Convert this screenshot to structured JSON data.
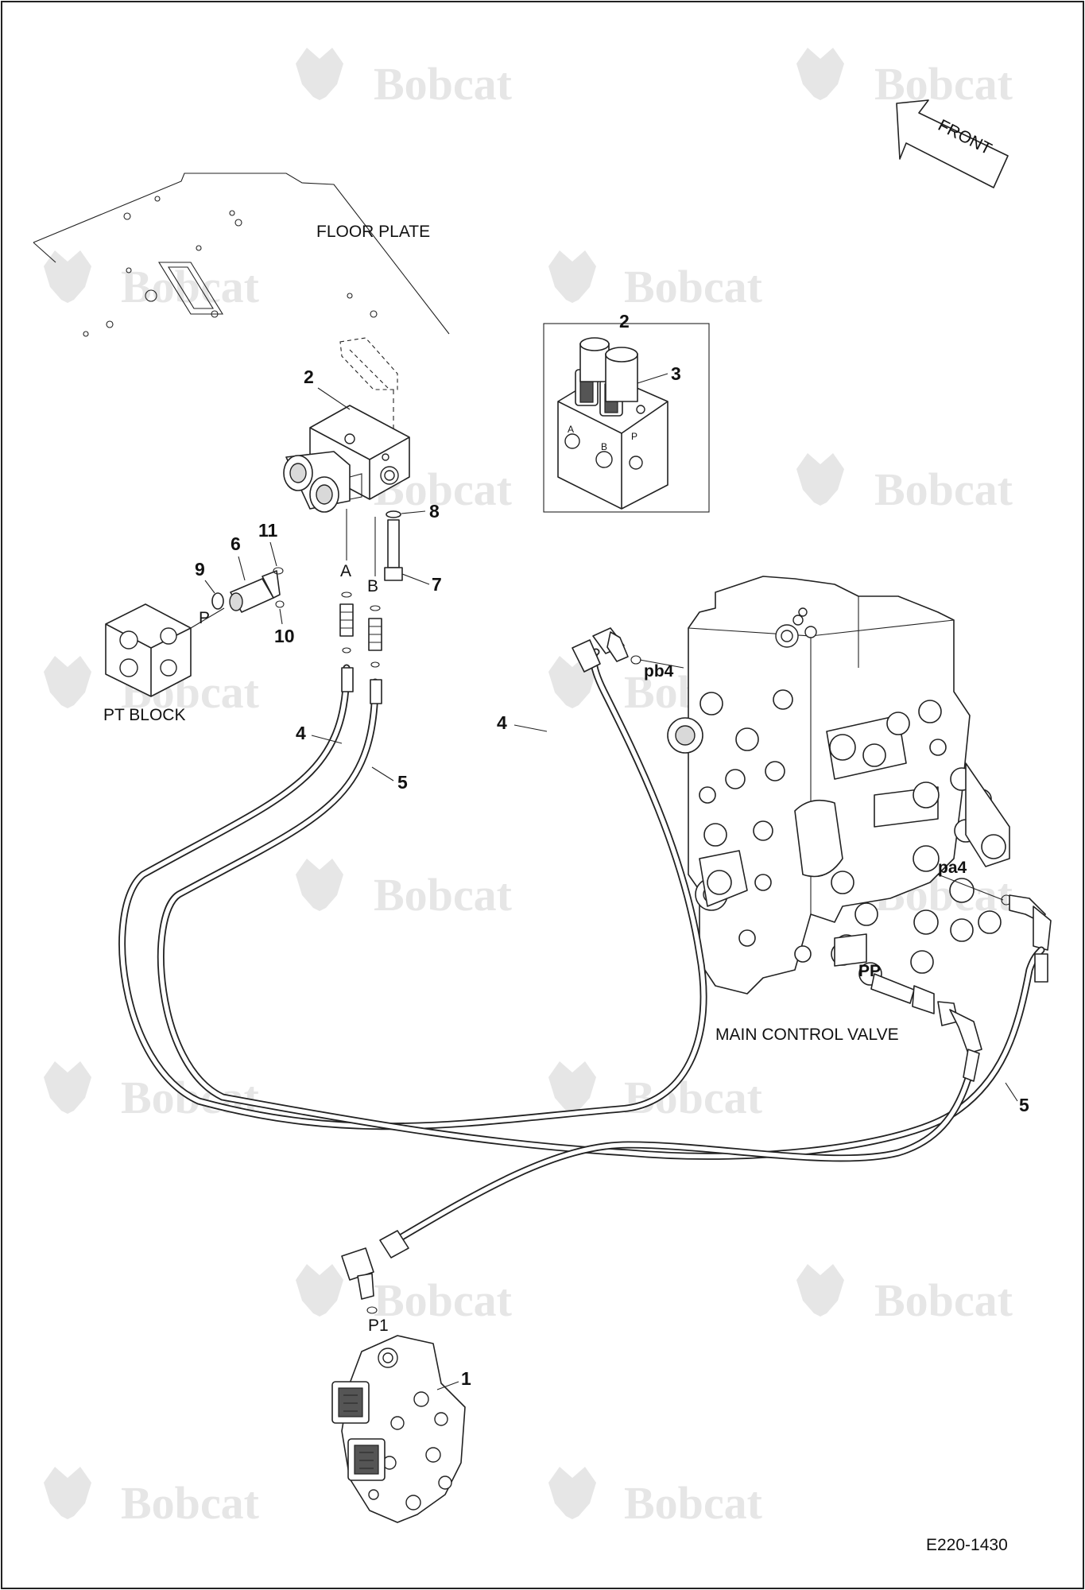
{
  "watermark": {
    "brand": "Bobcat"
  },
  "labels": {
    "floor_plate": "FLOOR PLATE",
    "pt_block": "PT BLOCK",
    "main_control_valve": "MAIN CONTROL VALVE",
    "front": "FRONT",
    "drawing_number": "E220-1430"
  },
  "ports": {
    "a": "A",
    "b": "B",
    "p": "P",
    "p1": "P1",
    "pb4": "pb4",
    "pa4": "pa4",
    "pp": "PP",
    "inset_a": "A",
    "inset_b": "B",
    "inset_p": "P"
  },
  "callouts": {
    "c1": "1",
    "c2": "2",
    "c2_inset": "2",
    "c3": "3",
    "c4_left": "4",
    "c4_right": "4",
    "c5_left": "5",
    "c5_right": "5",
    "c6": "6",
    "c7": "7",
    "c8": "8",
    "c9": "9",
    "c10": "10",
    "c11": "11"
  }
}
